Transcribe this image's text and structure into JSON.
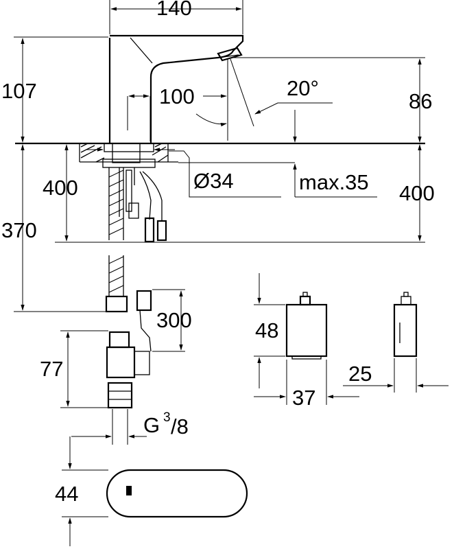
{
  "dimensions": {
    "width_top": "140",
    "height_spout": "107",
    "reach": "100",
    "angle": "20°",
    "height_outlet": "86",
    "hole_diameter": "Ø34",
    "max_thickness": "max.35",
    "depth_left": "400",
    "depth_right": "400",
    "hose_length": "370",
    "cable_length": "300",
    "valve_height": "77",
    "thread_main": "G",
    "thread_num": "3",
    "thread_den": "/8",
    "battery_height": "48",
    "battery_width": "37",
    "battery_depth": "25",
    "sensor_width": "44"
  }
}
